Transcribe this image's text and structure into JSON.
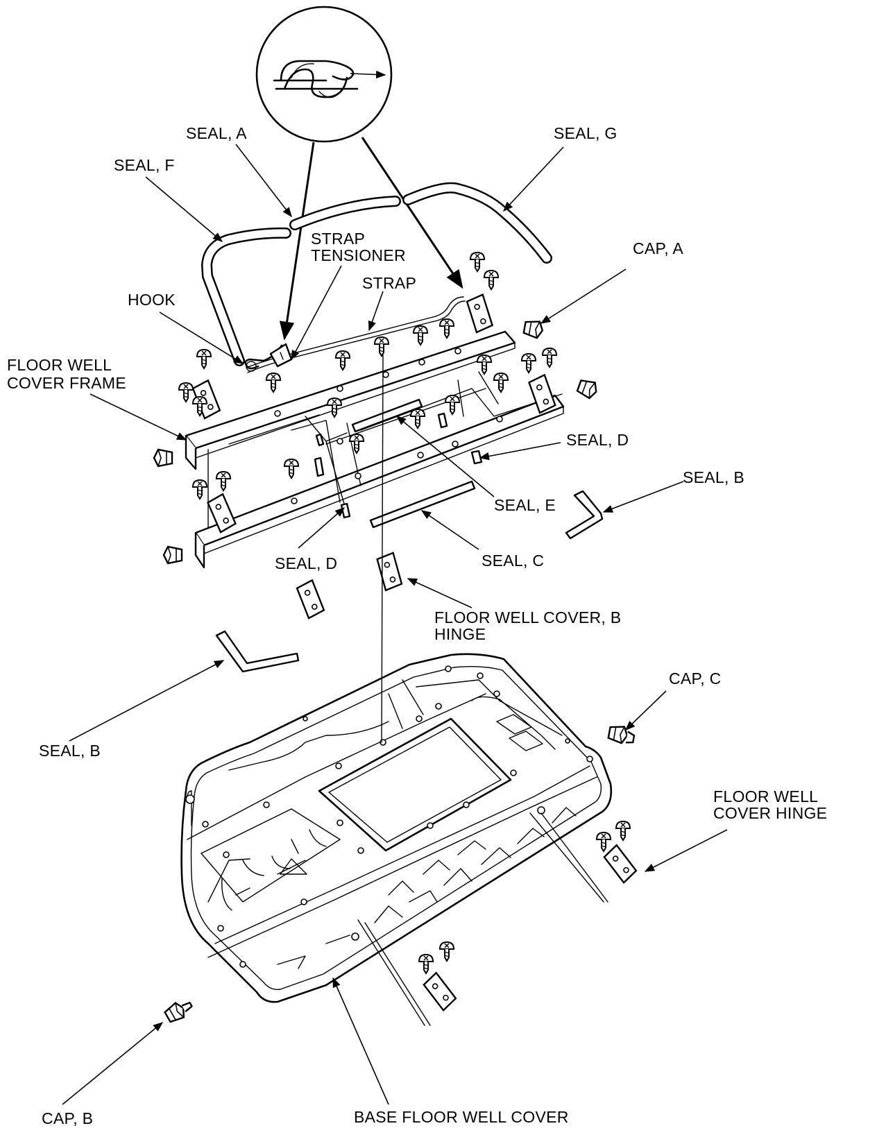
{
  "labels": {
    "seal_a": "SEAL, A",
    "seal_g": "SEAL, G",
    "seal_f": "SEAL, F",
    "strap_tensioner_line1": "STRAP",
    "strap_tensioner_line2": "TENSIONER",
    "cap_a": "CAP, A",
    "strap": "STRAP",
    "hook": "HOOK",
    "floor_well_cover_frame_line1": "FLOOR WELL",
    "floor_well_cover_frame_line2": "COVER FRAME",
    "seal_d_upper": "SEAL, D",
    "seal_b_right": "SEAL, B",
    "seal_e": "SEAL, E",
    "seal_d_lower": "SEAL, D",
    "seal_c": "SEAL, C",
    "floor_well_cover_b_hinge_line1": "FLOOR WELL COVER, B",
    "floor_well_cover_b_hinge_line2": "HINGE",
    "cap_c": "CAP, C",
    "seal_b_left": "SEAL, B",
    "floor_well_cover_hinge_line1": "FLOOR WELL",
    "floor_well_cover_hinge_line2": "COVER HINGE",
    "cap_b": "CAP, B",
    "base_floor_well_cover": "BASE FLOOR WELL COVER"
  },
  "colors": {
    "line": "#000000",
    "background": "#ffffff"
  }
}
